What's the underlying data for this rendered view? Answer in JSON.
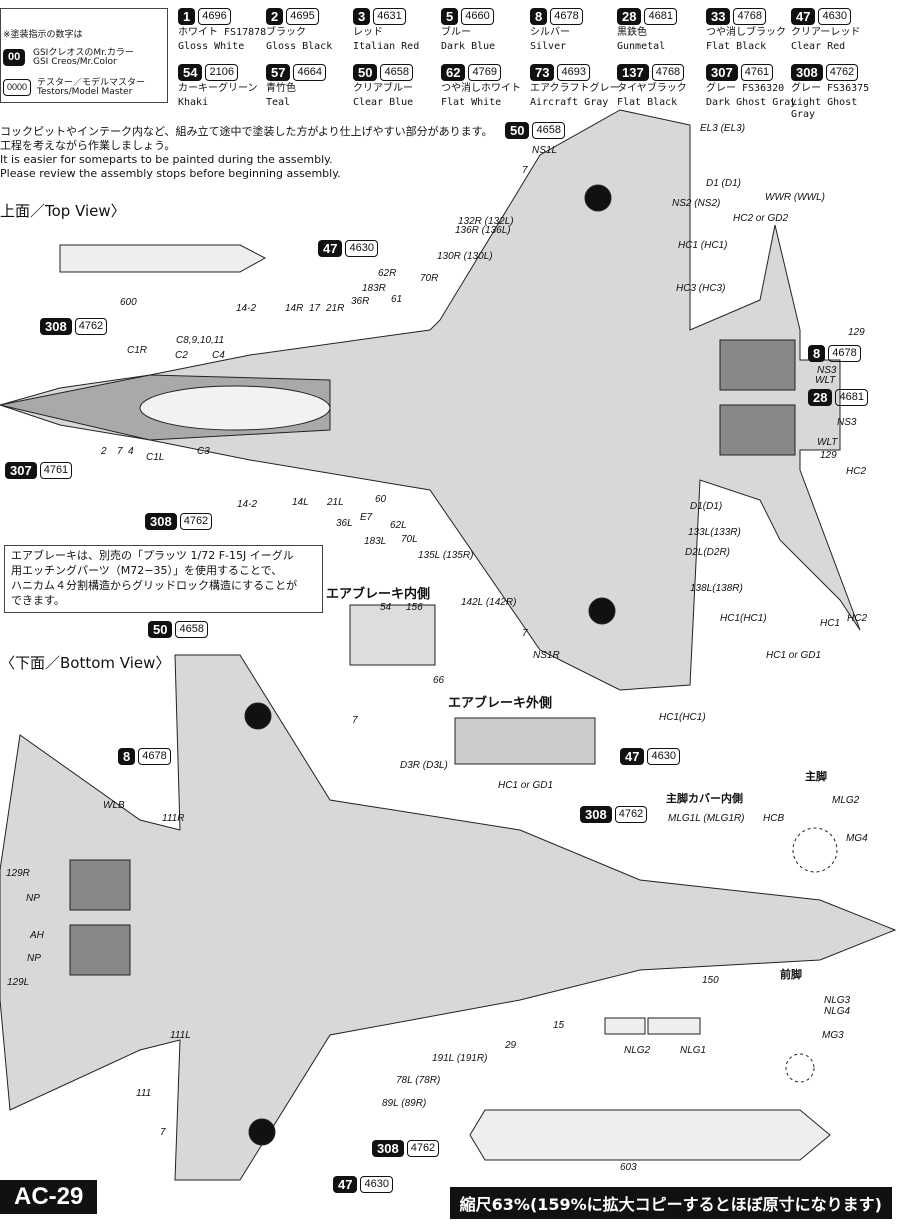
{
  "legend": {
    "title": "※塗装指示の数字は",
    "mr_color_badge": "00",
    "mr_color_jp": "GSIクレオスのMr.カラー",
    "mr_color_en": "GSI Creos/Mr.Color",
    "testors_badge": "0000",
    "testors_jp": "テスター／モデルマスター",
    "testors_en": "Testors/Model Master"
  },
  "paints": [
    {
      "n": "1",
      "t": "4696",
      "jp": "ホワイト FS17878",
      "en": "Gloss White"
    },
    {
      "n": "2",
      "t": "4695",
      "jp": "ブラック",
      "en": "Gloss Black"
    },
    {
      "n": "3",
      "t": "4631",
      "jp": "レッド",
      "en": "Italian Red"
    },
    {
      "n": "5",
      "t": "4660",
      "jp": "ブルー",
      "en": "Dark Blue"
    },
    {
      "n": "8",
      "t": "4678",
      "jp": "シルバー",
      "en": "Silver"
    },
    {
      "n": "28",
      "t": "4681",
      "jp": "黒鉄色",
      "en": "Gunmetal"
    },
    {
      "n": "33",
      "t": "4768",
      "jp": "つや消しブラック",
      "en": "Flat Black"
    },
    {
      "n": "47",
      "t": "4630",
      "jp": "クリアーレッド",
      "en": "Clear Red"
    },
    {
      "n": "54",
      "t": "2106",
      "jp": "カーキーグリーン",
      "en": "Khaki"
    },
    {
      "n": "57",
      "t": "4664",
      "jp": "青竹色",
      "en": "Teal"
    },
    {
      "n": "50",
      "t": "4658",
      "jp": "クリアブルー",
      "en": "Clear Blue"
    },
    {
      "n": "62",
      "t": "4769",
      "jp": "つや消しホワイト",
      "en": "Flat White"
    },
    {
      "n": "73",
      "t": "4693",
      "jp": "エアクラフトグレー",
      "en": "Aircraft Gray"
    },
    {
      "n": "137",
      "t": "4768",
      "jp": "タイヤブラック",
      "en": "Flat Black"
    },
    {
      "n": "307",
      "t": "4761",
      "jp": "グレー FS36320",
      "en": "Dark Ghost Gray"
    },
    {
      "n": "308",
      "t": "4762",
      "jp": "グレー FS36375",
      "en": "Light Ghost Gray"
    }
  ],
  "notes": {
    "jp1": "コックピットやインテーク内など、組み立て途中で塗装した方がより仕上げやすい部分があります。",
    "jp2": "工程を考えながら作業しましょう。",
    "en1": "It is easier for someparts to be painted during the assembly.",
    "en2": "Please review the assembly stops before beginning assembly."
  },
  "top_view_title": "上面／Top View〉",
  "bottom_view_title": "〈下面／Bottom View〉",
  "airbrake_note": [
    "エアブレーキは、別売の「プラッツ 1/72 F-15J イーグル",
    "用エッチングパーツ（M72−35）」を使用することで、",
    "ハニカム４分割構造からグリッドロック構造にすることが",
    "できます。"
  ],
  "callouts": [
    {
      "n": "50",
      "t": "4658"
    },
    {
      "n": "47",
      "t": "4630"
    },
    {
      "n": "308",
      "t": "4762"
    },
    {
      "n": "8",
      "t": "4678"
    },
    {
      "n": "28",
      "t": "4681"
    },
    {
      "n": "307",
      "t": "4761"
    },
    {
      "n": "308",
      "t": "4762"
    },
    {
      "n": "50",
      "t": "4658"
    },
    {
      "n": "8",
      "t": "4678"
    },
    {
      "n": "308",
      "t": "4762"
    },
    {
      "n": "308",
      "t": "4762"
    },
    {
      "n": "47",
      "t": "4630"
    },
    {
      "n": "47",
      "t": "4630"
    }
  ],
  "top_labels": [
    "NS1L",
    "7",
    "D1 (D1)",
    "NS2 (NS2)",
    "EL3 (EL3)",
    "WWR (WWL)",
    "HC2 or GD2",
    "132R (132L)",
    "136R (136L)",
    "HC1 (HC1)",
    "130R (130L)",
    "HC3 (HC3)",
    "62R",
    "70R",
    "183R",
    "36R",
    "61",
    "21R",
    "17",
    "14R",
    "14-2",
    "C8,9,10,11",
    "C1R",
    "C2",
    "C4",
    "C3",
    "C1L",
    "2",
    "7",
    "4",
    "600",
    "129",
    "WLT",
    "NS3",
    "NS3",
    "WLT",
    "129",
    "HC2",
    "14-2",
    "14L",
    "21L",
    "36L",
    "E7",
    "60",
    "62L",
    "70L",
    "183L",
    "135L (135R)",
    "D1(D1)",
    "133L(133R)",
    "D2L(D2R)",
    "138L(138R)",
    "142L (142R)",
    "7",
    "HC1(HC1)",
    "NS1R",
    "HC1",
    "HC2",
    "HC1 or GD1",
    "HC1(HC1)"
  ],
  "bottom_labels": [
    "7",
    "D3R (D3L)",
    "WLB",
    "111R",
    "129R",
    "NP",
    "AH",
    "NP",
    "129L",
    "111L",
    "111",
    "7",
    "191L (191R)",
    "29",
    "15",
    "78L (78R)",
    "89L (89R)",
    "150",
    "NLG2",
    "NLG1",
    "603",
    "HC1 or GD1",
    "MLG1L (MLG1R)",
    "HCB",
    "MLG2",
    "MG4",
    "NLG3",
    "NLG4",
    "MG3",
    "54",
    "156",
    "66"
  ],
  "sections": {
    "airbrake_in": "エアブレーキ内側",
    "airbrake_out": "エアブレーキ外側",
    "main_gear": "主脚",
    "main_gear_cover": "主脚カバー内側",
    "nose_gear": "前脚"
  },
  "page_code": "AC-29",
  "scale_note": "縮尺63%(159%に拡大コピーするとほぼ原寸になります)"
}
